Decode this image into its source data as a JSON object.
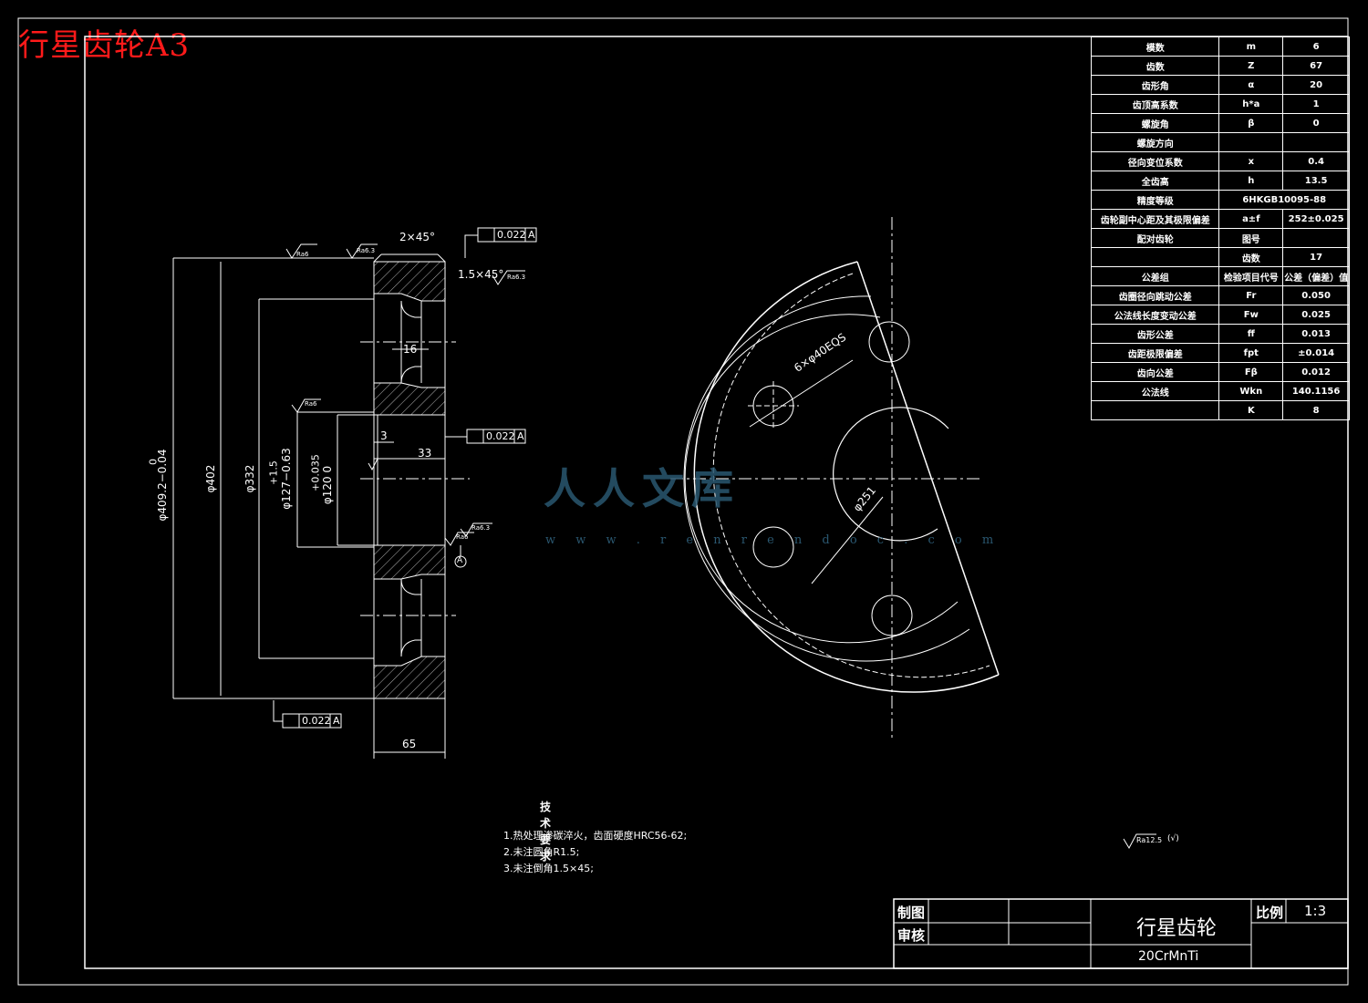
{
  "corner_title": "行星齿轮A3",
  "watermark": {
    "text": "人人文库",
    "url": "w w w . r e n r e n d o c . c o m"
  },
  "params_table": [
    [
      "模数",
      "m",
      "6"
    ],
    [
      "齿数",
      "Z",
      "67"
    ],
    [
      "齿形角",
      "α",
      "20"
    ],
    [
      "齿顶高系数",
      "h*a",
      "1"
    ],
    [
      "螺旋角",
      "β",
      "0"
    ],
    [
      "螺旋方向",
      "",
      ""
    ],
    [
      "径向变位系数",
      "x",
      "0.4"
    ],
    [
      "全齿高",
      "h",
      "13.5"
    ],
    [
      "精度等级",
      "6HKGB10095-88",
      ""
    ],
    [
      "齿轮副中心距及其极限偏差",
      "a±f",
      "252±0.025"
    ],
    [
      "配对齿轮",
      "图号",
      ""
    ],
    [
      "",
      "齿数",
      "17"
    ],
    [
      "公差组",
      "检验项目代号",
      "公差（偏差）值"
    ],
    [
      "齿圈径向跳动公差",
      "Fr",
      "0.050"
    ],
    [
      "公法线长度变动公差",
      "Fw",
      "0.025"
    ],
    [
      "齿形公差",
      "ff",
      "0.013"
    ],
    [
      "齿距极限偏差",
      "fpt",
      "±0.014"
    ],
    [
      "齿向公差",
      "Fβ",
      "0.012"
    ],
    [
      "公法线",
      "Wkn",
      "140.1156"
    ],
    [
      "",
      "K",
      "8"
    ]
  ],
  "dimensions": {
    "chamfer_top": "2×45°",
    "chamfer_side": "1.5×45°",
    "tol_top": "0.022",
    "tol_mid": "0.022",
    "tol_bottom": "0.022",
    "datum": "A",
    "width_16": "16",
    "width_3": "3",
    "width_33": "33",
    "width_65": "65",
    "dia_outer": "φ409.2−0.04",
    "dia_outer_tol": "0",
    "dia_402": "φ402",
    "dia_332": "φ332",
    "dia_127": "φ127−0.63",
    "dia_127_tol": "+1.5",
    "dia_120": "φ120  0",
    "dia_120_tol": "+0.035",
    "rough_ra6": "Ra6",
    "rough_ra63": "Ra6.3",
    "holes": "6×φ40EQS",
    "dia_251": "φ251",
    "rough_general": "Ra12.5",
    "rough_general_suffix": "(√)"
  },
  "notes": {
    "heading": "技术要求",
    "items": [
      "1.热处理渗碳淬火，齿面硬度HRC56-62;",
      "2.未注圆角R1.5;",
      "3.未注倒角1.5×45;"
    ]
  },
  "title_block": {
    "drawn": "制图",
    "checked": "审核",
    "part_name": "行星齿轮",
    "material": "20CrMnTi",
    "scale_label": "比例",
    "scale_value": "1:3"
  }
}
